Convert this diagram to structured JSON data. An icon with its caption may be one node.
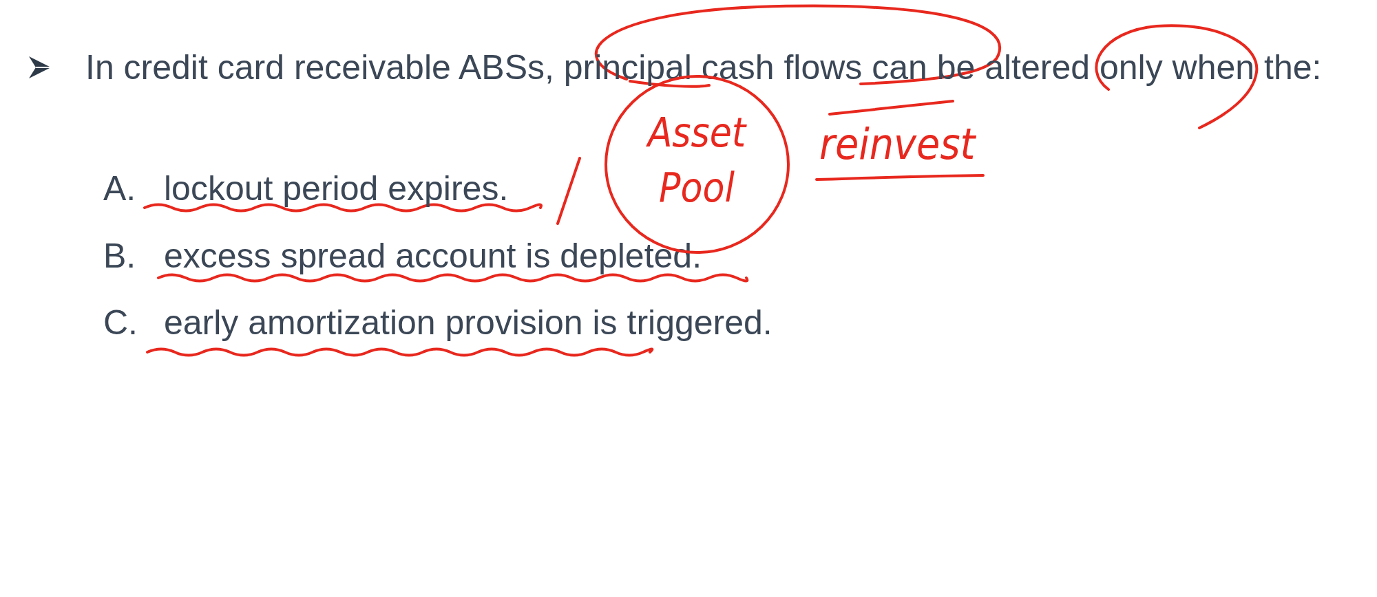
{
  "diagram": {
    "nodes": [
      {
        "text": [
          "Asset Pool"
        ]
      }
    ],
    "labels": [
      "In credit card receivable ABSs, principal cash flows can be altered only when the:",
      "A.",
      "lockout period expires.",
      "B.",
      "excess spread account is depleted.",
      "C.",
      "early amortization provision is triggered.",
      "reinvest"
    ]
  }
}
